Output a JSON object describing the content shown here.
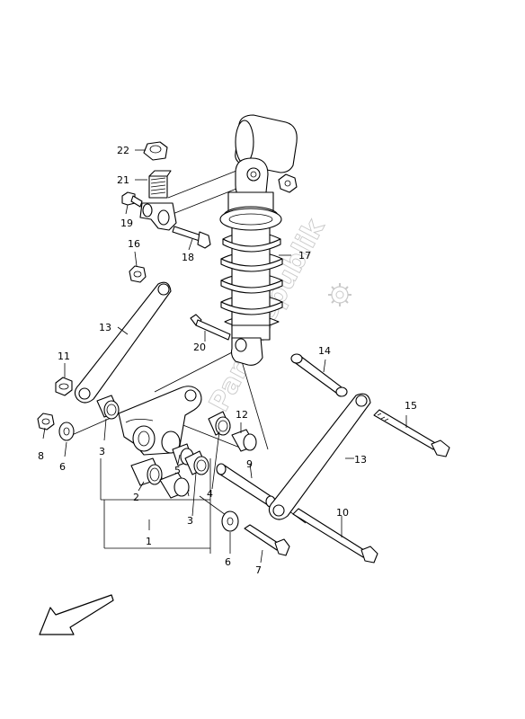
{
  "watermark": "PartsRepublik",
  "callouts": {
    "c1": "1",
    "c2": "2",
    "c3a": "3",
    "c3b": "3",
    "c4": "4",
    "c5": "5",
    "c6a": "6",
    "c6b": "6",
    "c7": "7",
    "c8": "8",
    "c9": "9",
    "c10": "10",
    "c11": "11",
    "c12": "12",
    "c13a": "13",
    "c13b": "13",
    "c14": "14",
    "c15": "15",
    "c16": "16",
    "c17": "17",
    "c18": "18",
    "c19": "19",
    "c20": "20",
    "c21": "21",
    "c22": "22"
  },
  "icons": {
    "front_arrow": "arrow-down-left-icon",
    "watermark_gear": "gear-icon"
  },
  "colors": {
    "line": "#000000",
    "background": "#ffffff",
    "watermark": "#c9c9c9"
  }
}
